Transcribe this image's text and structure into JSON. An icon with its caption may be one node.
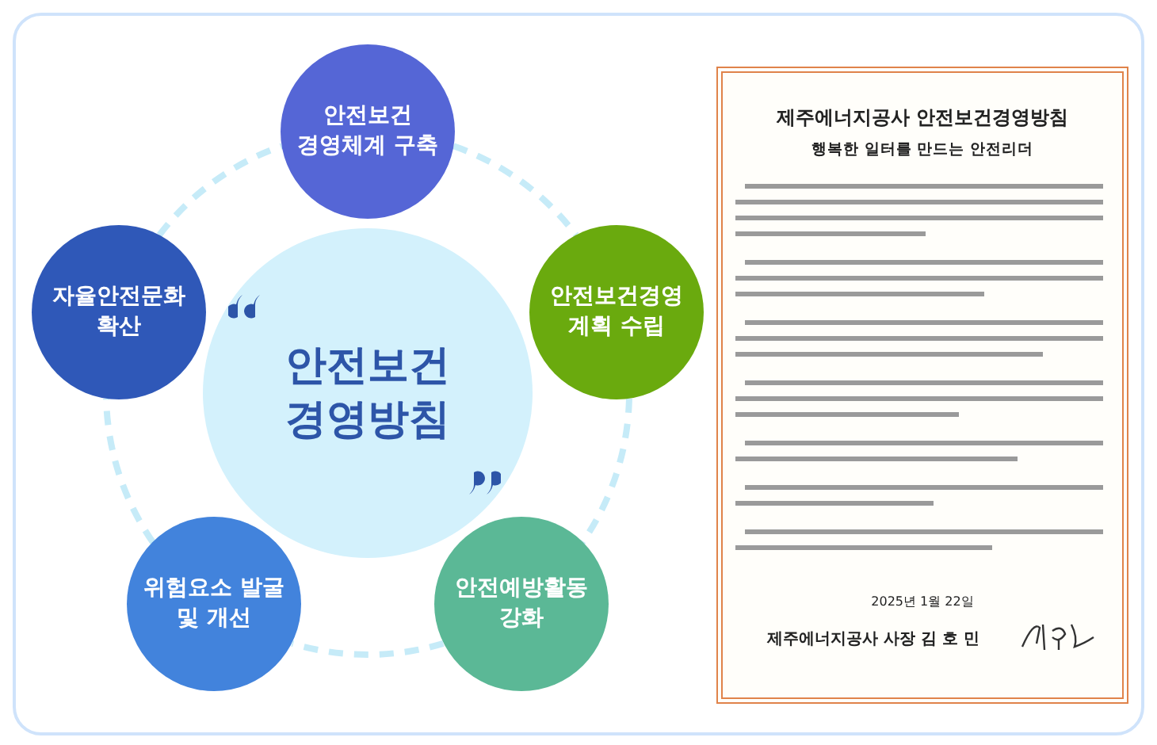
{
  "diagram": {
    "nodes": [
      {
        "text": [
          "안전보건 경영방침"
        ]
      },
      {
        "text": [
          "안전보건 경영체계 구축"
        ]
      },
      {
        "text": [
          "안전보건경영 계획 수립"
        ]
      },
      {
        "text": [
          "안전예방활동 강화"
        ]
      },
      {
        "text": [
          "위험요소 발굴 및 개선"
        ]
      },
      {
        "text": [
          "자율안전문화 확산"
        ]
      }
    ],
    "edges": [
      {
        "from": 1,
        "to": 2,
        "arrow": "none",
        "style": "dashed"
      },
      {
        "from": 2,
        "to": 3,
        "arrow": "none",
        "style": "dashed"
      },
      {
        "from": 3,
        "to": 4,
        "arrow": "none",
        "style": "dashed"
      },
      {
        "from": 4,
        "to": 5,
        "arrow": "none",
        "style": "dashed"
      },
      {
        "from": 5,
        "to": 1,
        "arrow": "none",
        "style": "dashed"
      }
    ],
    "labels": [
      "제주에너지공사 안전보건경영방침",
      "행복한 일터를 만드는 안전리더",
      "2025년 1월 22일",
      "제주에너지공사 사장 김 호 민"
    ]
  }
}
